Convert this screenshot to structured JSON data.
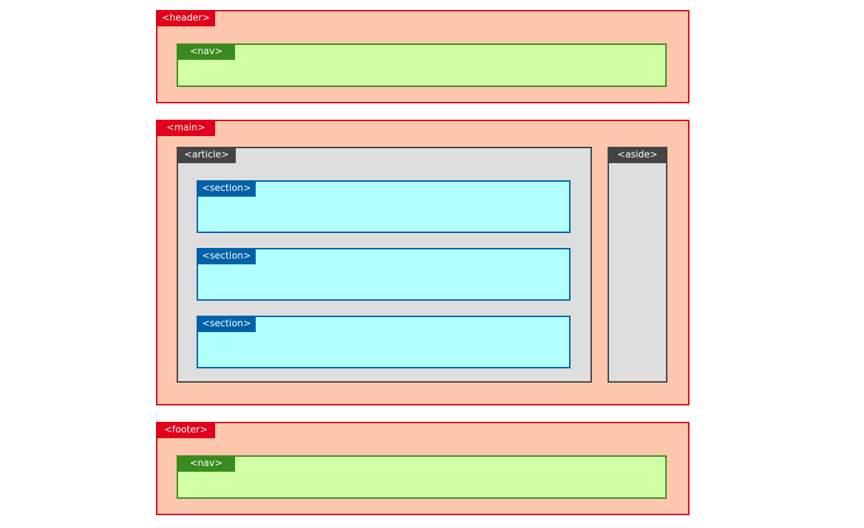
{
  "diagram": {
    "header": {
      "tag": "<header>"
    },
    "header_nav": {
      "tag": "<nav>"
    },
    "main": {
      "tag": "<main>"
    },
    "article": {
      "tag": "<article>"
    },
    "sections": [
      {
        "tag": "<section>"
      },
      {
        "tag": "<section>"
      },
      {
        "tag": "<section>"
      }
    ],
    "aside": {
      "tag": "<aside>"
    },
    "footer": {
      "tag": "<footer>"
    },
    "footer_nav": {
      "tag": "<nav>"
    }
  },
  "colors": {
    "container_fill": "#fcc7ad",
    "container_border": "#e2001a",
    "nav_fill": "#d1ffa3",
    "nav_border": "#3a8a1f",
    "article_fill": "#dedede",
    "article_border": "#444444",
    "section_fill": "#b1ffff",
    "section_border": "#0060a8"
  }
}
